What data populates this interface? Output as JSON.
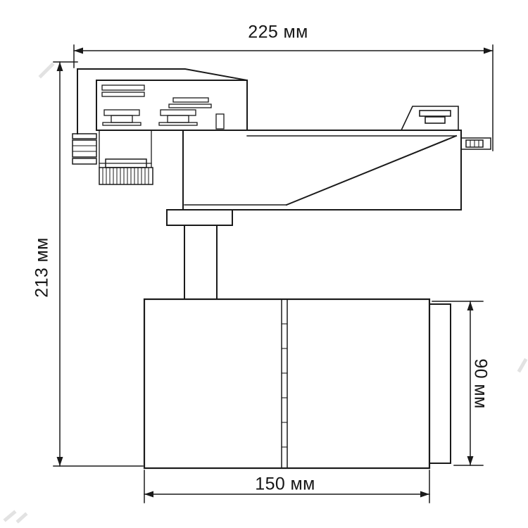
{
  "diagram": {
    "background": "#ffffff",
    "line_color": "#1a1a1a",
    "detail_line_color": "#222222",
    "watermark_color": "#e2e2e2"
  },
  "dimensions": {
    "total_width": {
      "label": "225 мм",
      "value": 225,
      "unit": "мм",
      "edge": "top"
    },
    "total_height": {
      "label": "213 мм",
      "value": 213,
      "unit": "мм",
      "edge": "left"
    },
    "head_height": {
      "label": "90 мм",
      "value": 90,
      "unit": "мм",
      "edge": "right"
    },
    "head_width": {
      "label": "150 мм",
      "value": 150,
      "unit": "мм",
      "edge": "bottom"
    }
  }
}
